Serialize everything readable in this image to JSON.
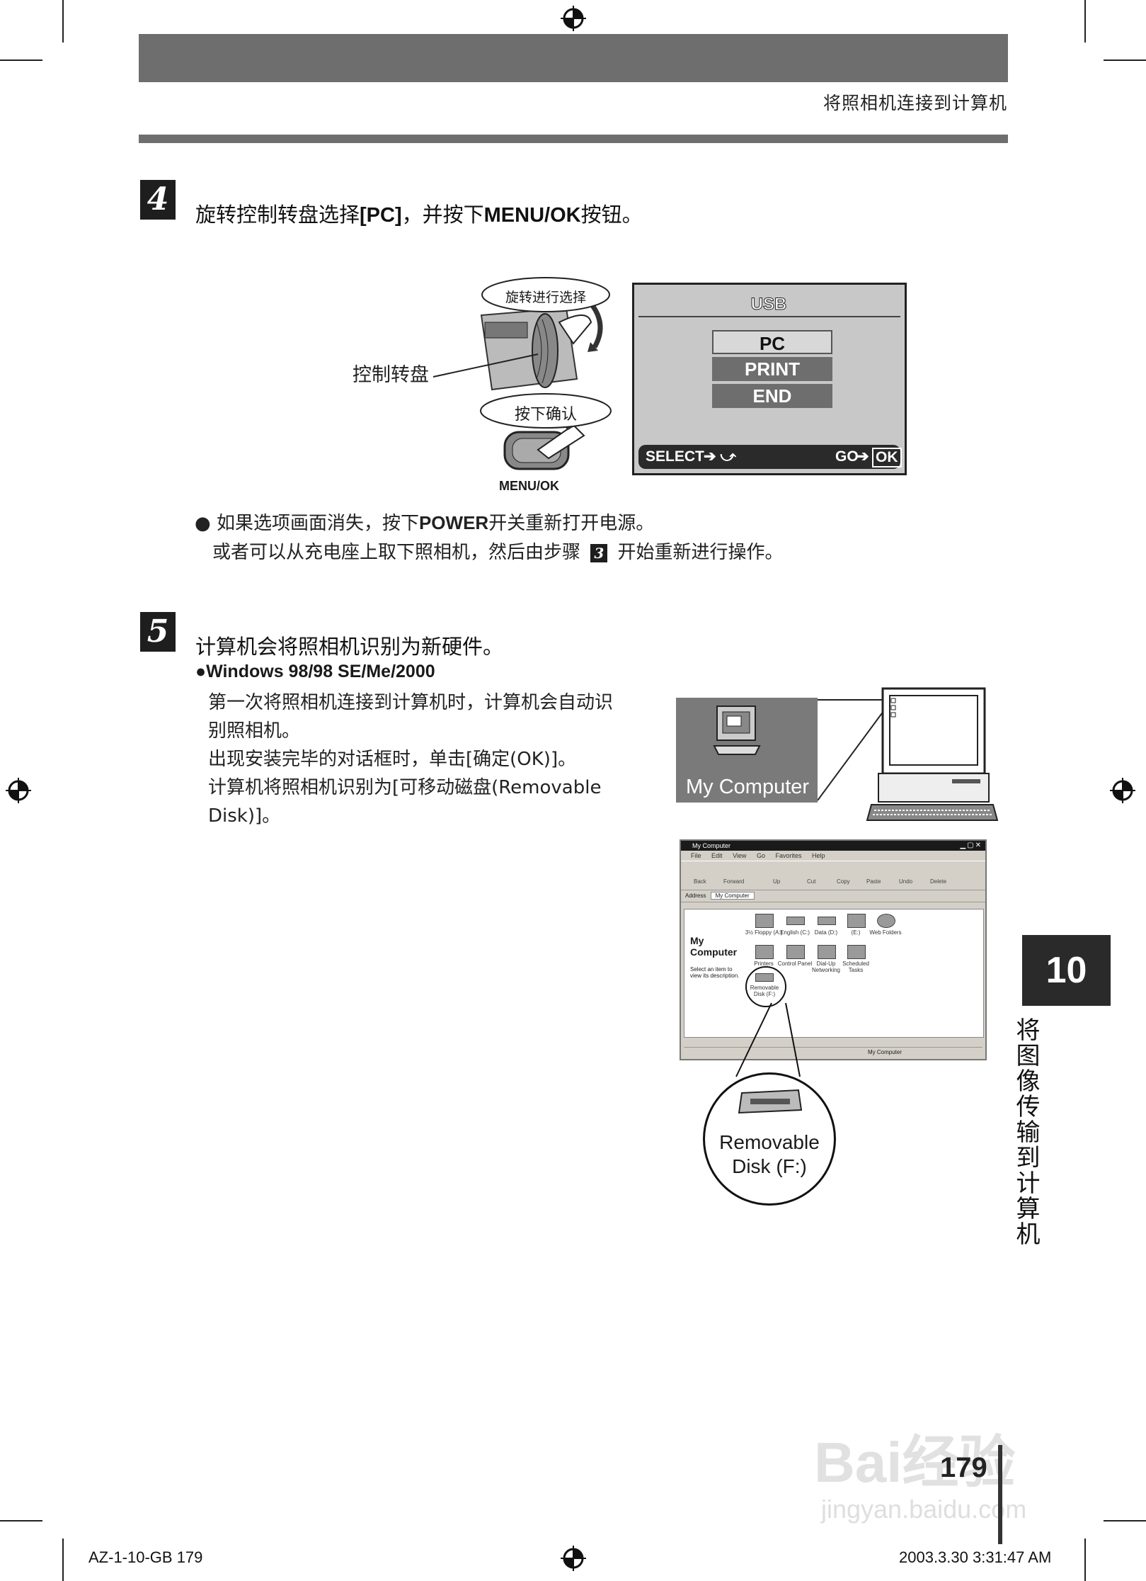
{
  "header": {
    "running_title": "将照相机连接到计算机"
  },
  "step4": {
    "number": "4",
    "title_pre": "旋转控制转盘选择",
    "title_b1": "[PC]",
    "title_mid": "，并按下",
    "title_b2": "MENU/OK",
    "title_post": "按钮。",
    "label_dial": "控制转盘",
    "callout_rotate": "旋转进行选择",
    "callout_press": "按下确认",
    "label_button": "MENU/OK",
    "lcd": {
      "header": "USB",
      "options": [
        "PC",
        "PRINT",
        "END"
      ],
      "selected": "PC",
      "footer_left": "SELECT",
      "footer_right": "GO",
      "footer_ok": "OK"
    },
    "note_line1_pre": "如果选项画面消失，按下",
    "note_line1_b": "POWER",
    "note_line1_post": "开关重新打开电源。",
    "note_line2_pre": "或者可以从充电座上取下照相机，然后由步骤",
    "note_line2_step": "3",
    "note_line2_post": "开始重新进行操作。"
  },
  "step5": {
    "number": "5",
    "title": "计算机会将照相机识别为新硬件。",
    "os_heading": "Windows 98/98 SE/Me/2000",
    "para1": "第一次将照相机连接到计算机时，计算机会自动识",
    "para1b": "别照相机。",
    "para2": "出现安装完毕的对话框时，单击[确定(OK)]。",
    "para3": "计算机将照相机识别为[可移动磁盘(Removable",
    "para3b": "Disk)]。",
    "desktop_label": "My Computer",
    "window": {
      "title": "My Computer",
      "menu": [
        "File",
        "Edit",
        "View",
        "Go",
        "Favorites",
        "Help"
      ],
      "toolbar": [
        "Back",
        "Forward",
        "Up",
        "Cut",
        "Copy",
        "Paste",
        "Undo",
        "Delete"
      ],
      "address_label": "Address",
      "address_value": "My Computer",
      "side_title_1": "My",
      "side_title_2": "Computer",
      "side_hint_1": "Select an item to",
      "side_hint_2": "view its description.",
      "icons": [
        "3½ Floppy (A:)",
        "English (C:)",
        "Data (D:)",
        "(E:)",
        "Web Folders",
        "Printers",
        "Control Panel",
        "Dial-Up Networking",
        "Scheduled Tasks",
        "Removable Disk (F:)"
      ],
      "status": "My Computer"
    },
    "zoom_line1": "Removable",
    "zoom_line2": "Disk (F:)"
  },
  "chapter": {
    "number": "10",
    "title": "将图像传输到计算机"
  },
  "page_number": "179",
  "footer": {
    "left": "AZ-1-10-GB   179",
    "right": "2003.3.30   3:31:47 AM"
  },
  "watermark": {
    "line1": "Bai经验",
    "line2": "jingyan.baidu.com"
  }
}
